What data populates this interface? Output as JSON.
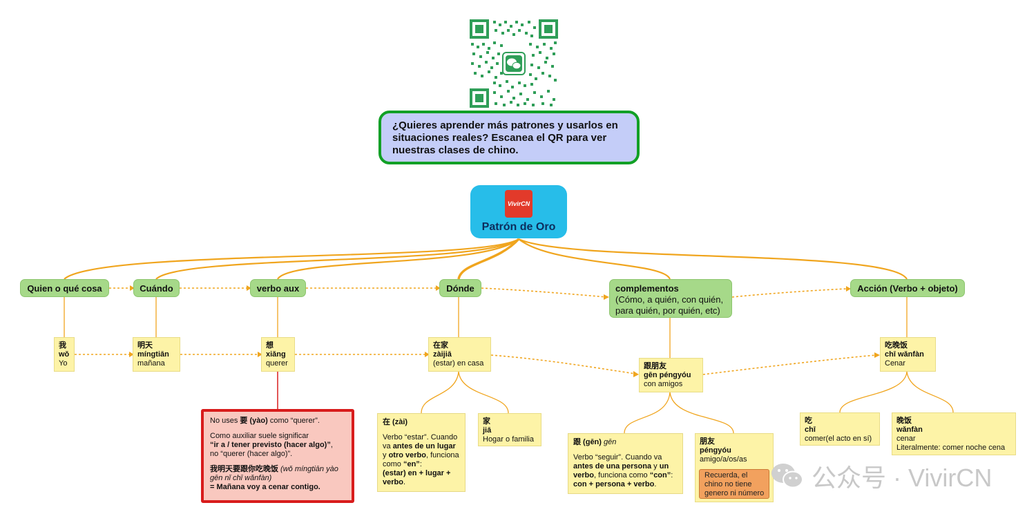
{
  "cta": {
    "text": "¿Quieres aprender más patrones y usarlos en situaciones reales? Escanea el QR para ver nuestras clases de chino."
  },
  "central": {
    "logo_text": "VivirCN",
    "title": "Patrón de Oro"
  },
  "categories": [
    {
      "label": "Quien o qué cosa"
    },
    {
      "label": "Cuándo"
    },
    {
      "label": "verbo aux"
    },
    {
      "label": "Dónde"
    },
    {
      "label": "complementos",
      "lines": [
        "(Cómo, a quién, con quién,",
        "para quién, por quién, etc)"
      ]
    },
    {
      "label": "Acción (Verbo + objeto)"
    }
  ],
  "examples": [
    {
      "hanzi": "我",
      "pinyin": "wǒ",
      "meaning": "Yo"
    },
    {
      "hanzi": "明天",
      "pinyin": "míngtiān",
      "meaning": "mañana"
    },
    {
      "hanzi": "想",
      "pinyin": "xiǎng",
      "meaning": "querer"
    },
    {
      "hanzi": "在家",
      "pinyin": "zàijiā",
      "meaning": "(estar) en casa"
    },
    {
      "hanzi": "跟朋友",
      "pinyin": "gēn péngyóu",
      "meaning": "con amigos"
    },
    {
      "hanzi": "吃晚饭",
      "pinyin": "chī wǎnfàn",
      "meaning": "Cenar"
    }
  ],
  "red_note": {
    "p1_a": "No uses ",
    "p1_b": "要 (yào)",
    "p1_c": " como “querer”.",
    "p2_a": "Como auxiliar suele significar",
    "p2_b": "“ir a / tener previsto (hacer algo)”",
    "p2_c": ",",
    "p2_d": "no “querer (hacer algo)”.",
    "p3_a": "我明天要跟你吃晚饭",
    "p3_b": " (wǒ míngtiān yào gēn nǐ chī wǎnfàn)",
    "p3_c": "= Mañana voy a cenar contigo."
  },
  "zai_note": {
    "head": "在  (zài)",
    "t1": "Verbo “estar”. Cuando va ",
    "b1": "antes  de un lugar",
    "t2": " y ",
    "b2": "otro verbo",
    "t3": ", funciona como ",
    "b3": "“en”",
    "t4": ":",
    "b4": "(estar) en + lugar + verbo",
    "t5": "."
  },
  "jia_note": {
    "hanzi": "家",
    "pinyin": "jiā",
    "meaning": "Hogar o familia"
  },
  "gen_note": {
    "head": "跟 (gēn)",
    "head_i": " gēn",
    "t1": "Verbo “seguir”. Cuando va ",
    "b1": "antes de una persona",
    "t2": " y ",
    "b2": "un verbo",
    "t3": ", funciona como ",
    "b3": "“con”",
    "t4": ":",
    "b4": "con + persona + verbo",
    "t5": "."
  },
  "pengyou_note": {
    "hanzi": "朋友",
    "pinyin": "péngyóu",
    "meaning": "amigo/a/os/as"
  },
  "orange_note": {
    "text": "Recuerda, el chino no tiene genero ni número"
  },
  "chi_note": {
    "hanzi": "吃",
    "pinyin": "chī",
    "meaning": "comer(el acto en sí)"
  },
  "wanfan_note": {
    "hanzi": "晚饭",
    "pinyin": "wǎnfàn",
    "meaning": "cenar",
    "extra": "Literalmente: comer noche cena"
  },
  "watermark": {
    "text": "公众号 · VivirCN"
  },
  "colors": {
    "cta_border": "#12a026",
    "central": "#27bde9",
    "category": "#a6d989",
    "example": "#fdf3a7",
    "warning_border": "#d81c1c",
    "link": "#f0a30a"
  }
}
